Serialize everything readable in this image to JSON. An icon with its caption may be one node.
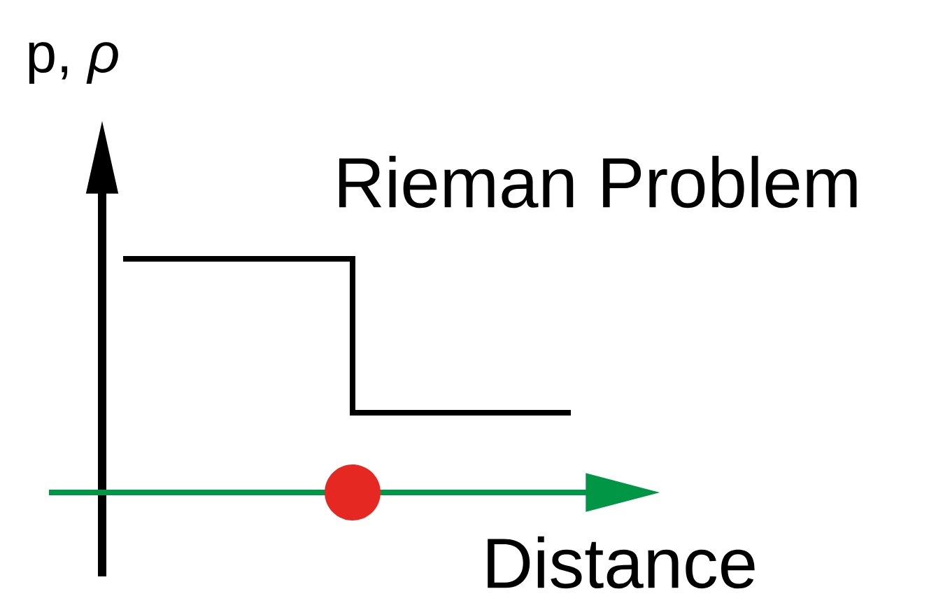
{
  "diagram": {
    "labels": [
      "p, *ρ*",
      "Rieman Problem",
      "Distance"
    ]
  }
}
